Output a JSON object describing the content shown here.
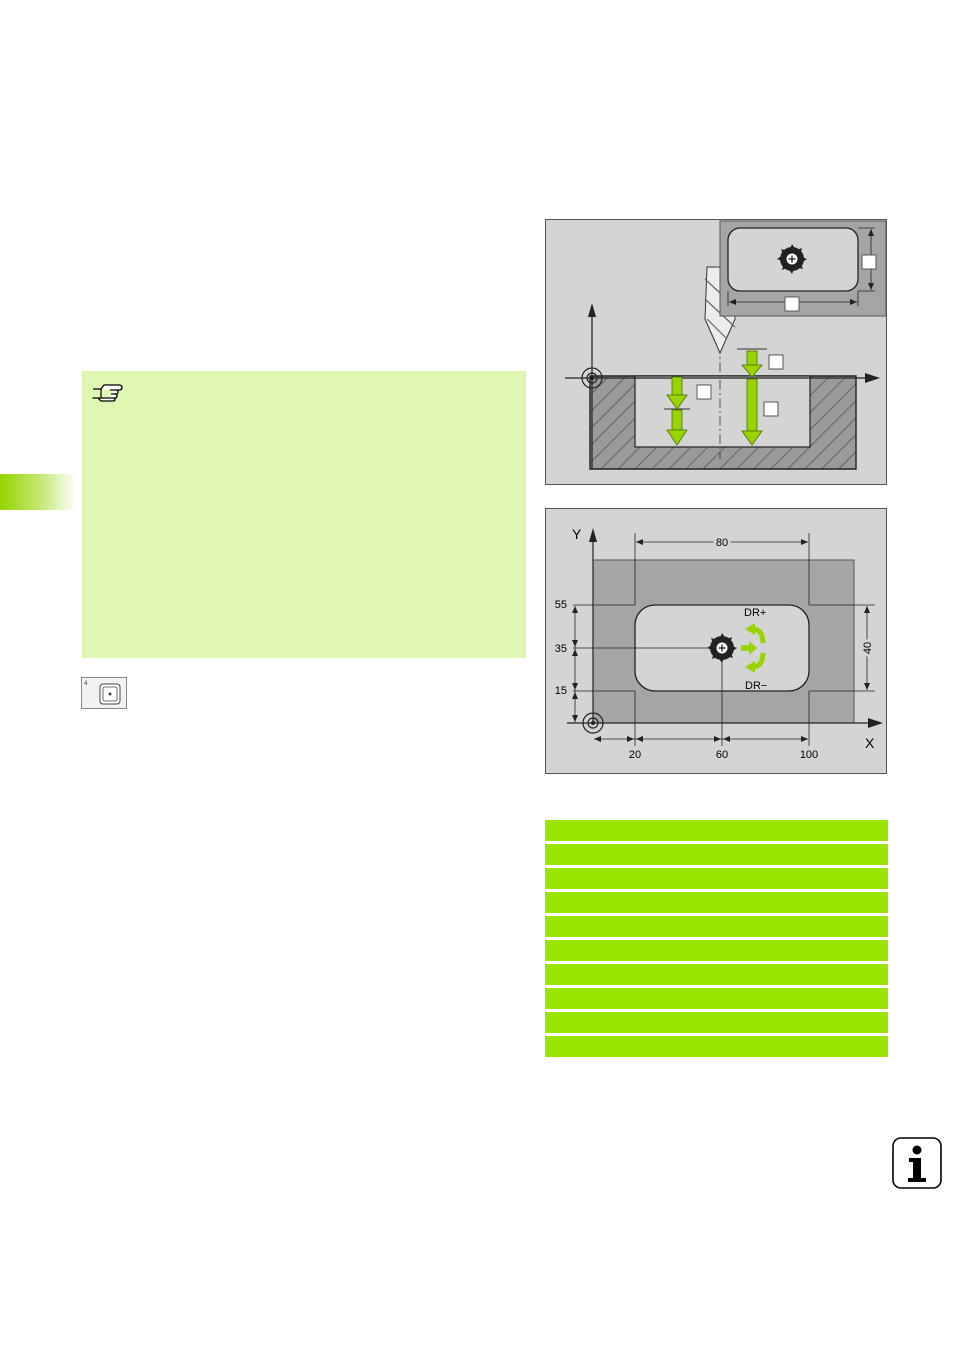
{
  "figure_top": {
    "callouts": [
      "",
      "",
      "",
      "",
      ""
    ]
  },
  "figure_bottom": {
    "axis_y": "Y",
    "axis_x": "X",
    "dim_width": "80",
    "dim_height": "40",
    "y_ticks": [
      "55",
      "35",
      "15"
    ],
    "x_ticks": [
      "20",
      "60",
      "100"
    ],
    "dr_plus": "DR+",
    "dr_minus": "DR−"
  },
  "cycle_icon": {
    "number": "4"
  },
  "program_rows": [
    "",
    "",
    "",
    "",
    "",
    "",
    "",
    "",
    "",
    ""
  ],
  "colors": {
    "accent_green": "#9ae600",
    "note_background": "#dff7b3",
    "arrow_green": "#97d400"
  },
  "icons": [
    "hand-pointer-icon",
    "pocket-milling-cycle-icon",
    "info-icon"
  ]
}
